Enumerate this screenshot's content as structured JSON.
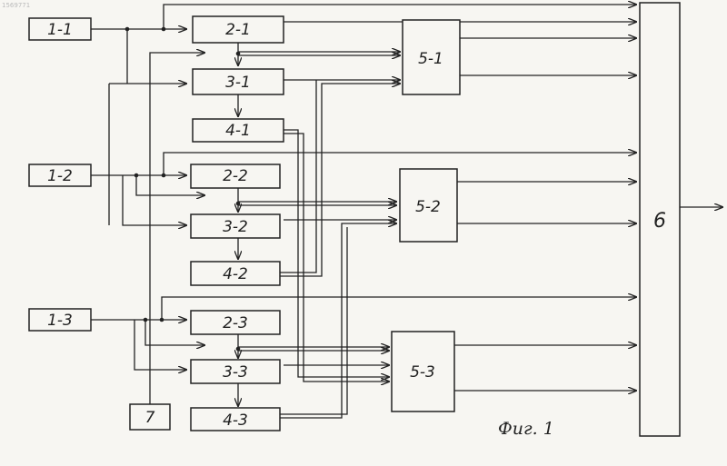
{
  "doc_number": "1569771",
  "caption": "Фиг. 1",
  "colors": {
    "ink": "#222222",
    "paper": "#f7f6f2"
  },
  "blocks": {
    "b1_1": "1-1",
    "b1_2": "1-2",
    "b1_3": "1-3",
    "b2_1": "2-1",
    "b3_1": "3-1",
    "b4_1": "4-1",
    "b2_2": "2-2",
    "b3_2": "3-2",
    "b4_2": "4-2",
    "b2_3": "2-3",
    "b3_3": "3-3",
    "b4_3": "4-3",
    "b5_1": "5-1",
    "b5_2": "5-2",
    "b5_3": "5-3",
    "b6": "6",
    "b7": "7"
  }
}
